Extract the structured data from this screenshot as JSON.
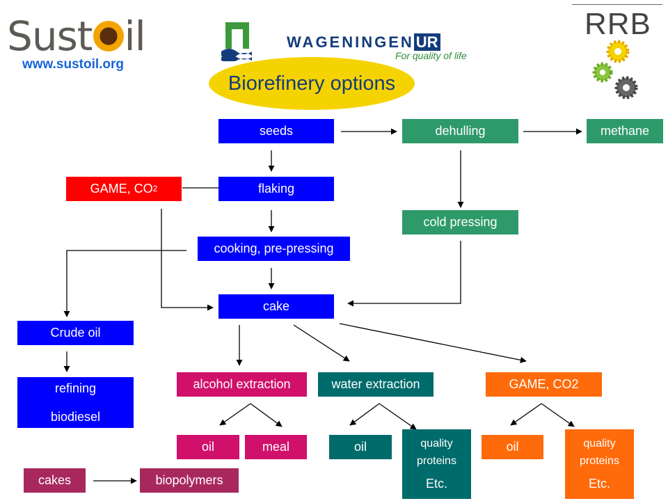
{
  "logos": {
    "sustoil_prefix": "Sust",
    "sustoil_suffix": "il",
    "sustoil_url": "www.sustoil.org",
    "wur_name": "WAGENINGEN",
    "wur_ur": "UR",
    "wur_tagline": "For quality of life",
    "rrb": "RRB"
  },
  "title": "Biorefinery options",
  "colors": {
    "blue": "#0000ff",
    "red": "#ff0000",
    "green": "#2e9a6a",
    "magenta": "#d0106a",
    "teal": "#006b6b",
    "orange": "#ff6a0a",
    "plum": "#a8285e",
    "title_bg": "#f5d300"
  },
  "nodes": {
    "seeds": "seeds",
    "dehulling": "dehulling",
    "methane": "methane",
    "game_co2_top": "GAME, CO",
    "game_co2_top_sub": "2",
    "flaking": "flaking",
    "cold_pressing": "cold pressing",
    "cooking": "cooking, pre-pressing",
    "cake": "cake",
    "crude_oil": "Crude oil",
    "refining": "refining",
    "biodiesel": "biodiesel",
    "alcohol_extraction": "alcohol extraction",
    "water_extraction": "water extraction",
    "game_co2": "GAME, CO2",
    "oil_alcohol": "oil",
    "meal": "meal",
    "oil_water": "oil",
    "quality_proteins_water_1": "quality",
    "quality_proteins_water_2": "proteins",
    "etc_water": "Etc.",
    "oil_game": "oil",
    "quality_proteins_game_1": "quality",
    "quality_proteins_game_2": "proteins",
    "etc_game": "Etc.",
    "cakes": "cakes",
    "biopolymers": "biopolymers"
  }
}
